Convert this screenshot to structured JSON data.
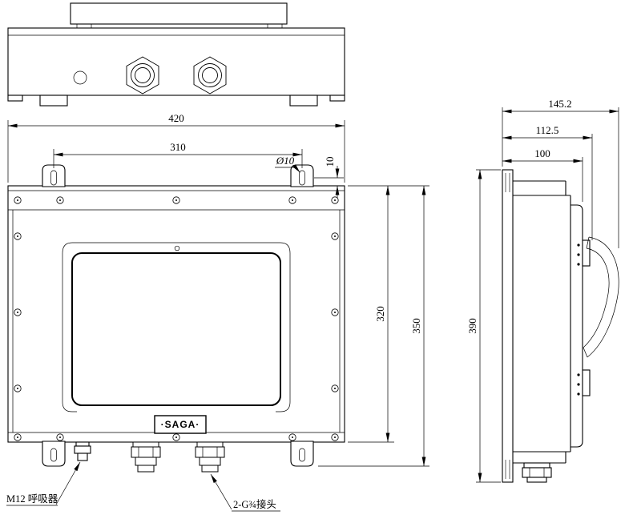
{
  "drawing": {
    "front": {
      "dims": {
        "width": "420",
        "hole_spacing": "310",
        "hole_offset": "10",
        "hole_diameter": "Ø10",
        "body_height": "320",
        "overall_height": "350"
      },
      "brand": "·SAGA·",
      "callouts": {
        "breather": "M12 呼吸器",
        "glands": "2-G¾接头"
      }
    },
    "side": {
      "dims": {
        "depth_overall": "145.2",
        "depth_mid": "112.5",
        "depth_body": "100",
        "height": "390"
      }
    }
  }
}
